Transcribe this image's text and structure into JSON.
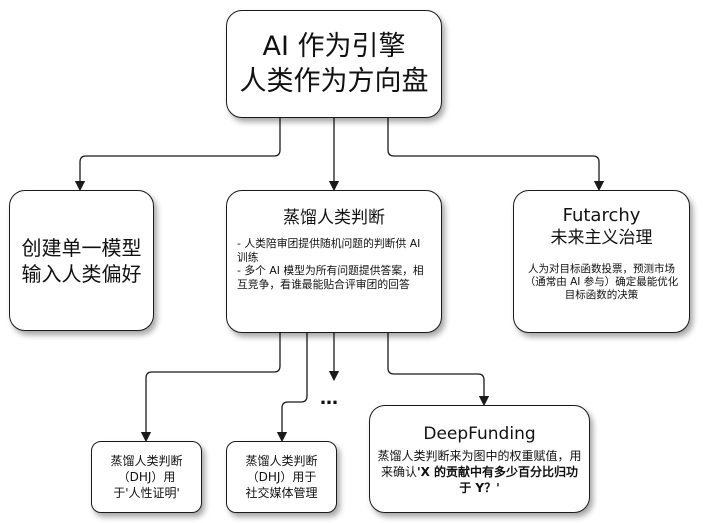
{
  "top": {
    "line1": "AI 作为引擎",
    "line2": "人类作为方向盘"
  },
  "left": {
    "line1": "创建单一模型",
    "line2": "输入人类偏好"
  },
  "middle": {
    "title": "蒸馏人类判断",
    "bullet1": "- 人类陪审团提供随机问题的判断供 AI 训练",
    "bullet2": "- 多个 AI 模型为所有问题提供答案，相互竞争，看谁最能贴合评审团的回答"
  },
  "right": {
    "title_en": "Futarchy",
    "title_zh": "未来主义治理",
    "desc": "人为对目标函数投票，预测市场（通常由 AI 参与）确定最能优化目标函数的决策"
  },
  "children": {
    "dhj1": {
      "line1": "蒸馏人类判断",
      "line2": "（DHJ）用",
      "line3": "于'人性证明'"
    },
    "dhj2": {
      "line1": "蒸馏人类判断",
      "line2": "（DHJ）用于",
      "line3": "社交媒体管理"
    },
    "ellipsis": "…",
    "deep": {
      "title": "DeepFunding",
      "desc_plain": "蒸馏人类判断来为图中的权重赋值，用来确认",
      "desc_bold": "'X 的贡献中有多少百分比归功于 Y？'"
    }
  }
}
